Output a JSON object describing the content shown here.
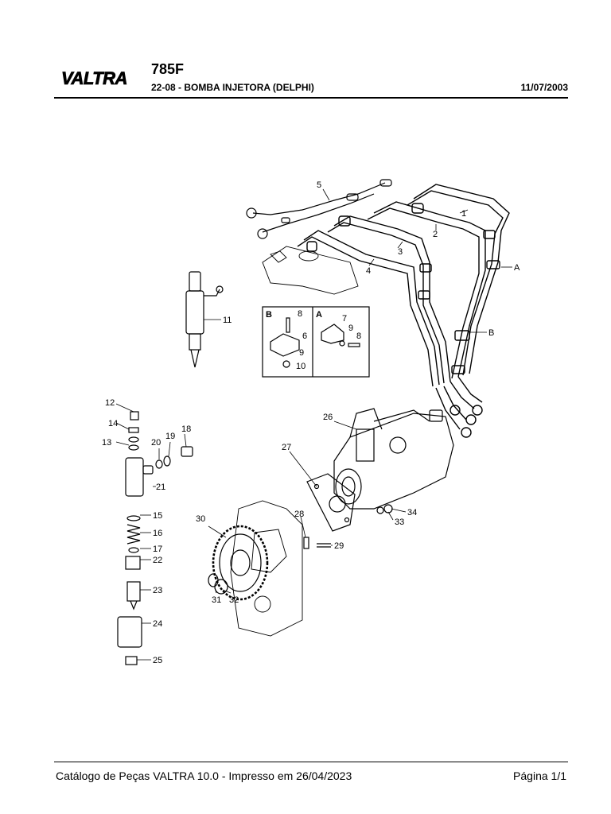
{
  "header": {
    "brand": "VALTRA",
    "model": "785F",
    "section_title": "22-08 - BOMBA INJETORA (DELPHI)",
    "date": "11/07/2003"
  },
  "diagram": {
    "callouts": [
      "1",
      "2",
      "3",
      "4",
      "5",
      "6",
      "7",
      "8",
      "9",
      "10",
      "11",
      "12",
      "13",
      "14",
      "15",
      "16",
      "17",
      "18",
      "19",
      "20",
      "21",
      "22",
      "23",
      "24",
      "25",
      "26",
      "27",
      "28",
      "29",
      "30",
      "31",
      "32",
      "33",
      "34"
    ],
    "detail_labels": [
      "A",
      "B"
    ],
    "inset_labels": {
      "B": [
        "8",
        "6",
        "9",
        "10"
      ],
      "A": [
        "7",
        "9",
        "8"
      ]
    }
  },
  "footer": {
    "catalog_text": "Catálogo de Peças VALTRA 10.0 - Impresso em 26/04/2023",
    "page_text": "Página 1/1"
  }
}
